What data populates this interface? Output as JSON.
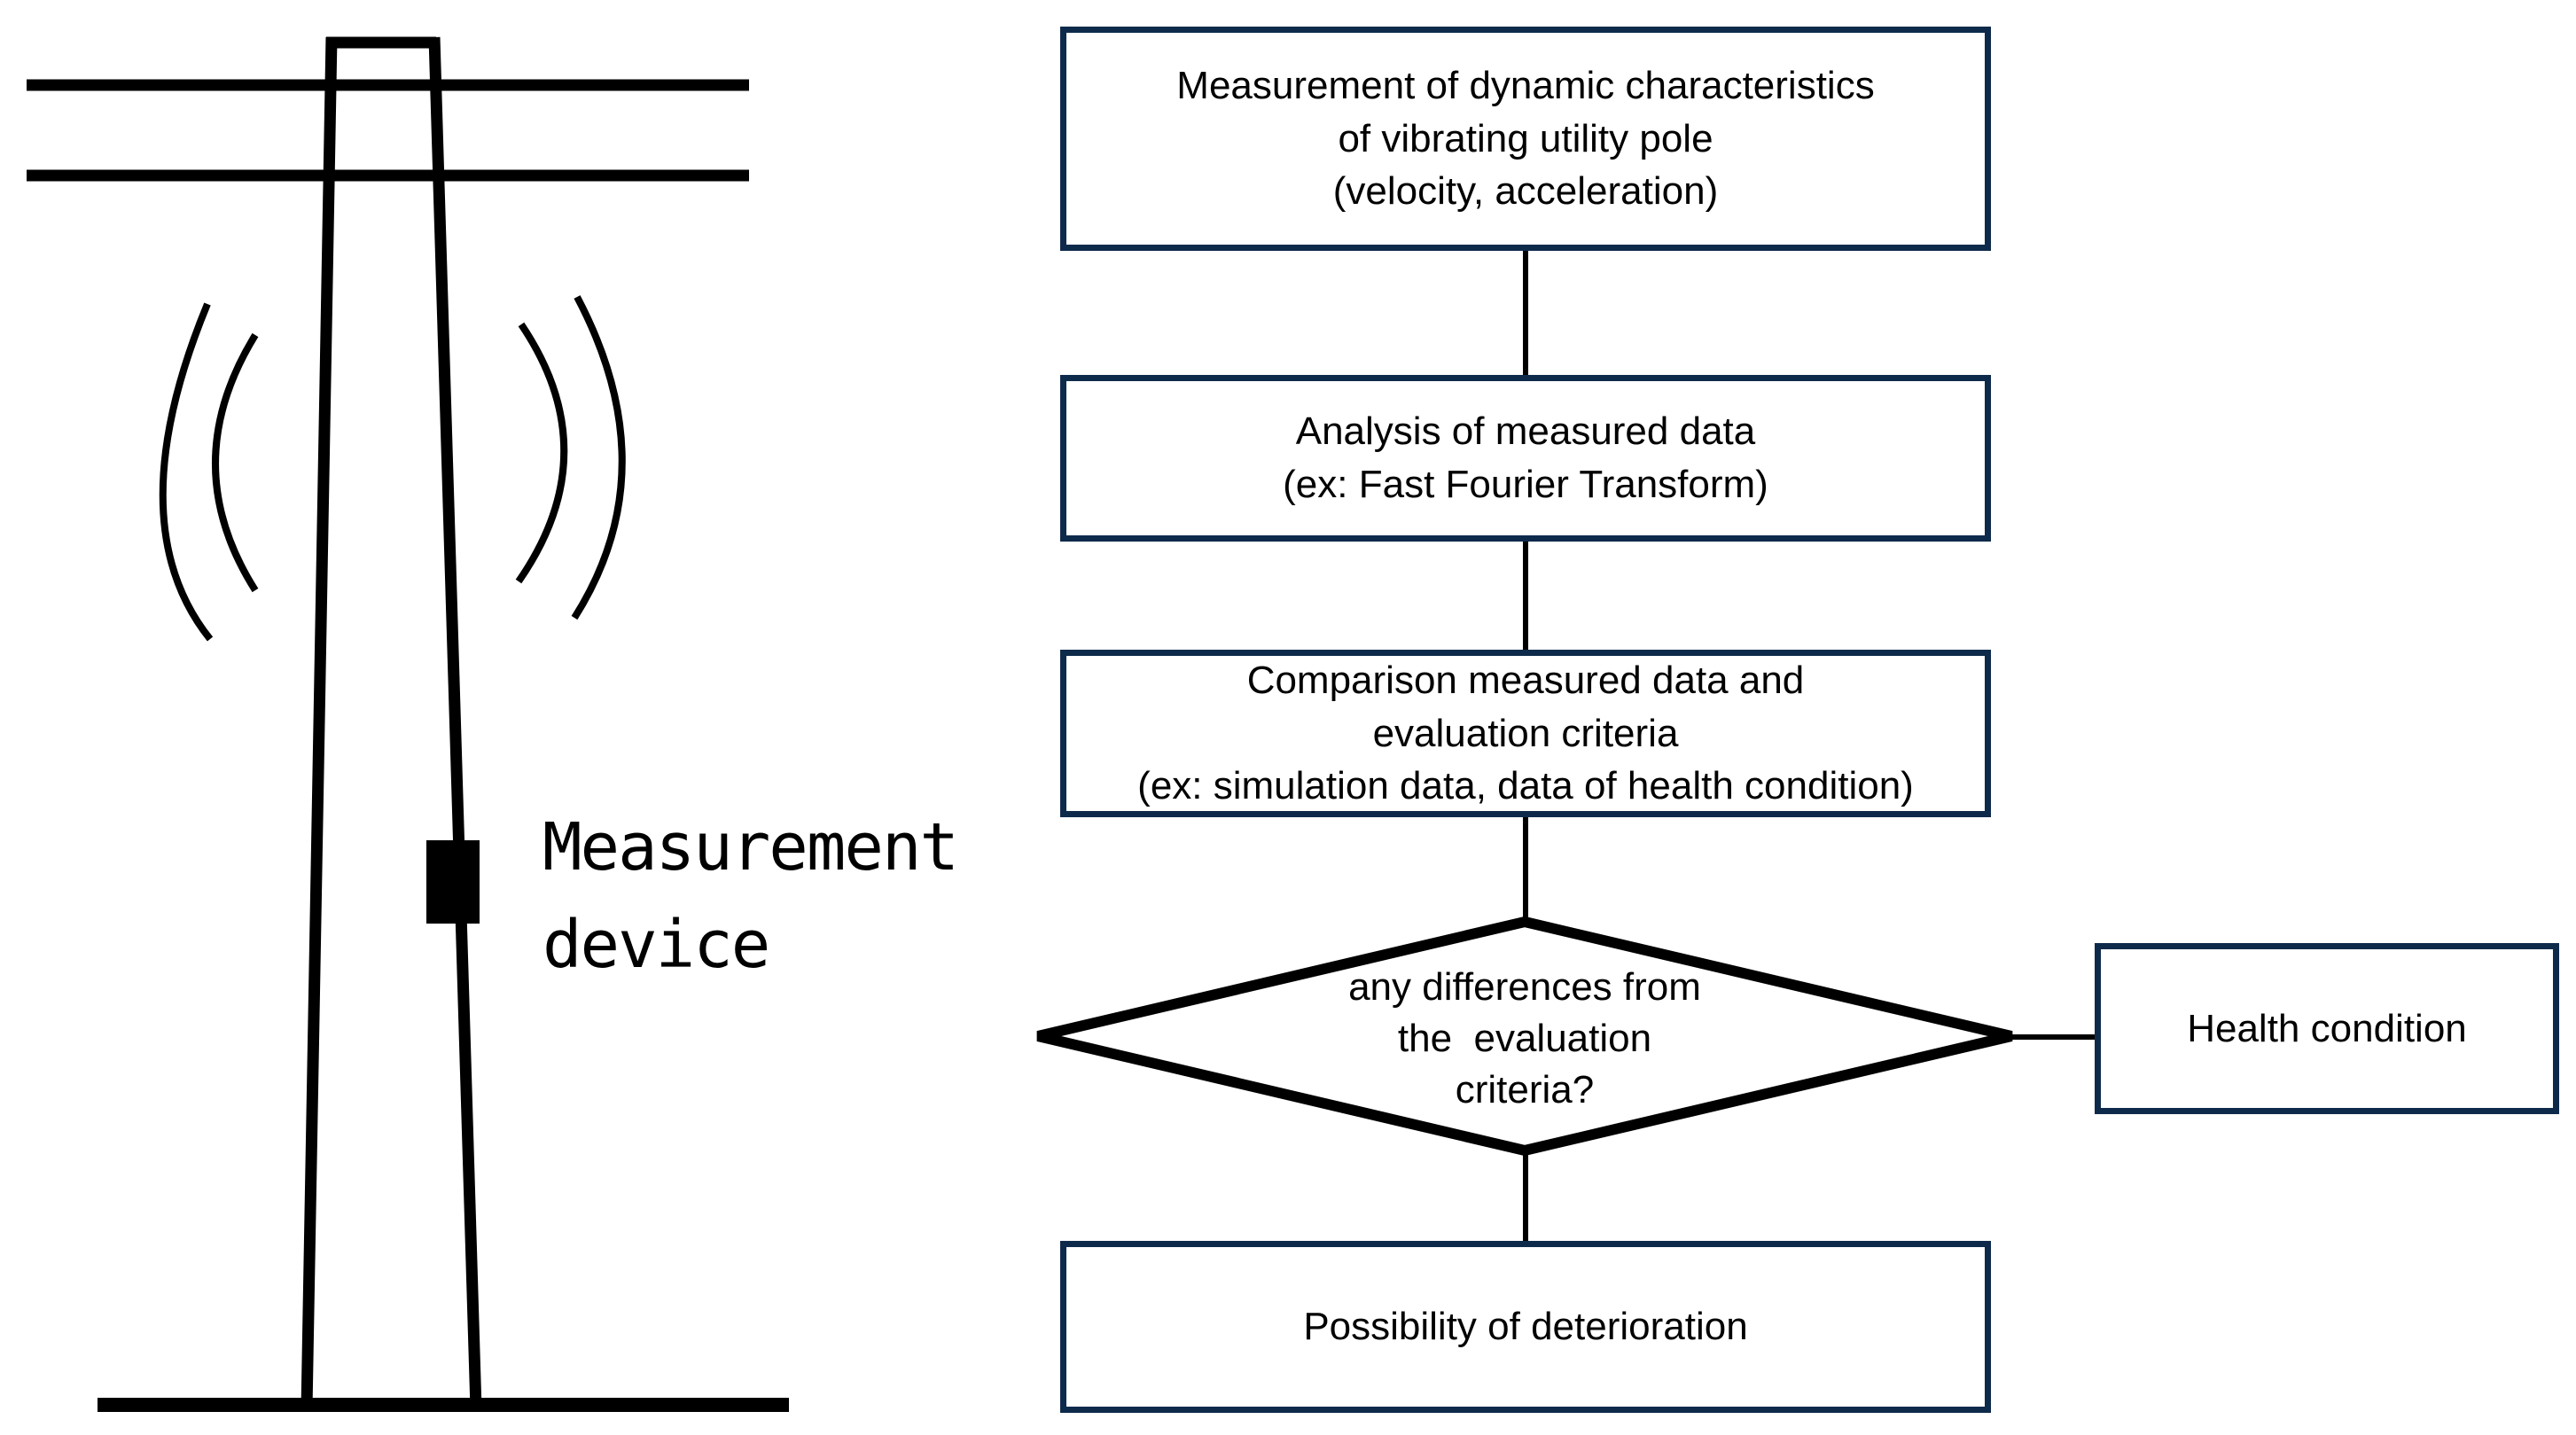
{
  "page": {
    "background_color": "#ffffff",
    "text_color": "#000000"
  },
  "illustration": {
    "name": "vibrating utility pole with measurement device",
    "device_label": "Measurement\ndevice",
    "line_color": "#000000"
  },
  "flowchart": {
    "box_border_color": "#0e2a4b",
    "connector_color": "#000000",
    "decision_border_color": "#000000",
    "steps": {
      "measurement": "Measurement of dynamic characteristics\nof vibrating utility pole\n(velocity, acceleration)",
      "analysis": "Analysis of measured data\n(ex: Fast Fourier Transform)",
      "comparison": "Comparison measured data and\nevaluation criteria\n(ex: simulation data, data of health condition)",
      "decision": "any differences from\nthe  evaluation\ncriteria?",
      "health": "Health condition",
      "deterioration": "Possibility of deterioration"
    }
  }
}
